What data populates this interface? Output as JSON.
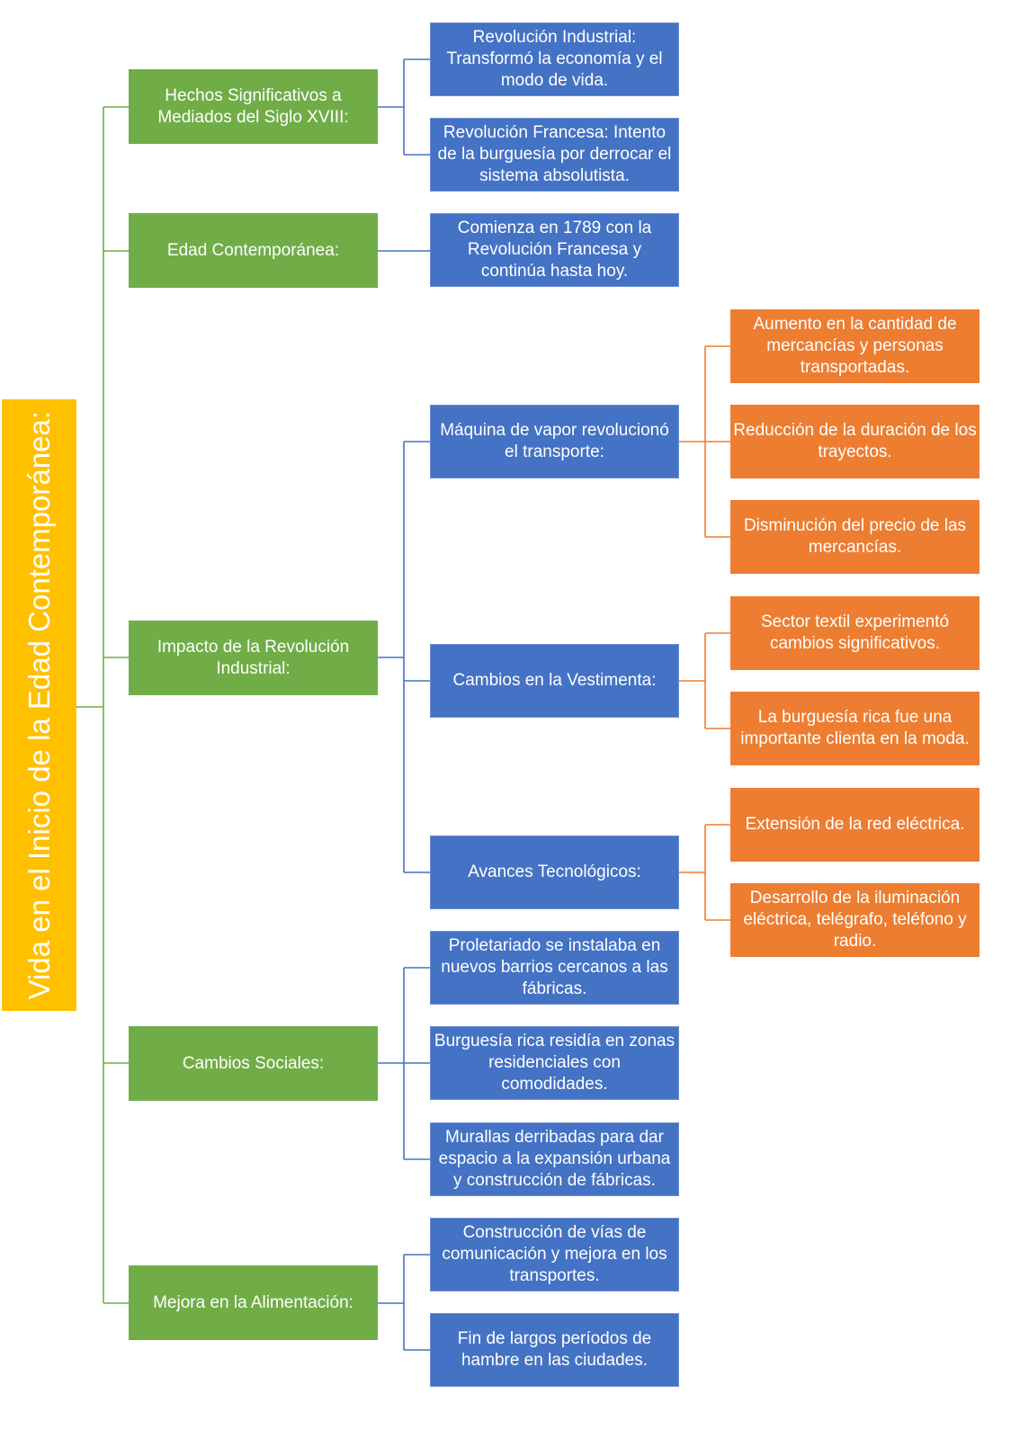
{
  "root": {
    "label": "Vida en el Inicio de la Edad Contemporánea:"
  },
  "branches": [
    {
      "label": "Hechos Significativos a Mediados del Siglo XVIII:",
      "children": [
        {
          "label": "Revolución Industrial: Transformó la economía y el modo de vida."
        },
        {
          "label": "Revolución Francesa: Intento de la burguesía por derrocar el sistema absolutista."
        }
      ]
    },
    {
      "label": "Edad Contemporánea:",
      "children": [
        {
          "label": "Comienza en 1789 con la Revolución Francesa y continúa hasta hoy."
        }
      ]
    },
    {
      "label": "Impacto de la Revolución Industrial:",
      "children": [
        {
          "label": "Máquina de vapor revolucionó el transporte:",
          "children": [
            {
              "label": "Aumento en la cantidad de mercancías y personas transportadas."
            },
            {
              "label": "Reducción de la duración de los trayectos."
            },
            {
              "label": "Disminución del precio de las mercancías."
            }
          ]
        },
        {
          "label": "Cambios en la Vestimenta:",
          "children": [
            {
              "label": "Sector textil experimentó cambios significativos."
            },
            {
              "label": "La burguesía rica fue una importante clienta en la moda."
            }
          ]
        },
        {
          "label": "Avances Tecnológicos:",
          "children": [
            {
              "label": "Extensión de la red eléctrica."
            },
            {
              "label": "Desarrollo de la iluminación eléctrica, telégrafo, teléfono y radio."
            }
          ]
        }
      ]
    },
    {
      "label": "Cambios Sociales:",
      "children": [
        {
          "label": "Proletariado se instalaba en nuevos barrios cercanos a las fábricas."
        },
        {
          "label": "Burguesía rica residía en zonas residenciales con comodidades."
        },
        {
          "label": "Murallas derribadas para dar espacio a la expansión urbana y construcción de fábricas."
        }
      ]
    },
    {
      "label": "Mejora en la Alimentación:",
      "children": [
        {
          "label": "Construcción de vías de comunicación y mejora en los transportes."
        },
        {
          "label": "Fin de largos períodos de hambre en las ciudades."
        }
      ]
    }
  ],
  "colors": {
    "root": "#FFC000",
    "level1": "#70AD47",
    "level2": "#4472C4",
    "level3": "#ED7D31",
    "text": "#FFFFFF"
  }
}
